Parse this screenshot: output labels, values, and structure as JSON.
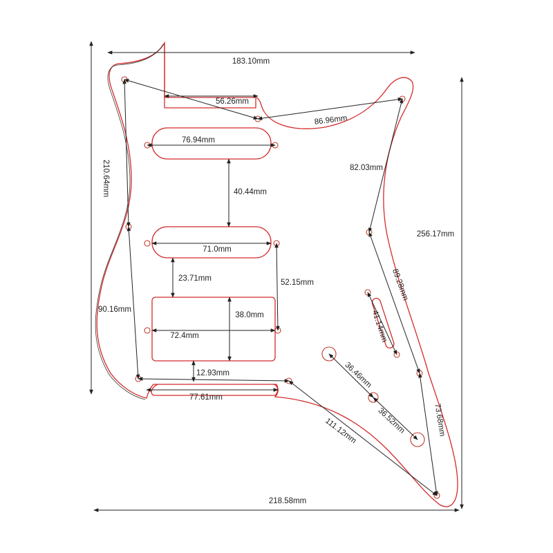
{
  "labels": {
    "overall_width_top": "183.10mm",
    "neck_pocket": "56.26mm",
    "upper_right": "86.96mm",
    "pickup1_width": "76.94mm",
    "pickup_gap1": "40.44mm",
    "pickup2_width": "71.0mm",
    "pickup_gap2": "23.71mm",
    "right_span": "52.15mm",
    "humbucker_height": "38.0mm",
    "humbucker_width": "72.4mm",
    "lower_gap": "12.93mm",
    "bottom_cut": "77.61mm",
    "left_height": "210.64mm",
    "left_span": "90.16mm",
    "right_upper_span": "82.03mm",
    "right_mid_span": "89.28mm",
    "switch_slot": "41.14mm",
    "knob1": "36.46mm",
    "knob2": "36.52mm",
    "right_lower_span": "73.68mm",
    "bottom_diag": "111.12mm",
    "overall_height_right": "256.17mm",
    "overall_width_bottom": "218.58mm"
  }
}
